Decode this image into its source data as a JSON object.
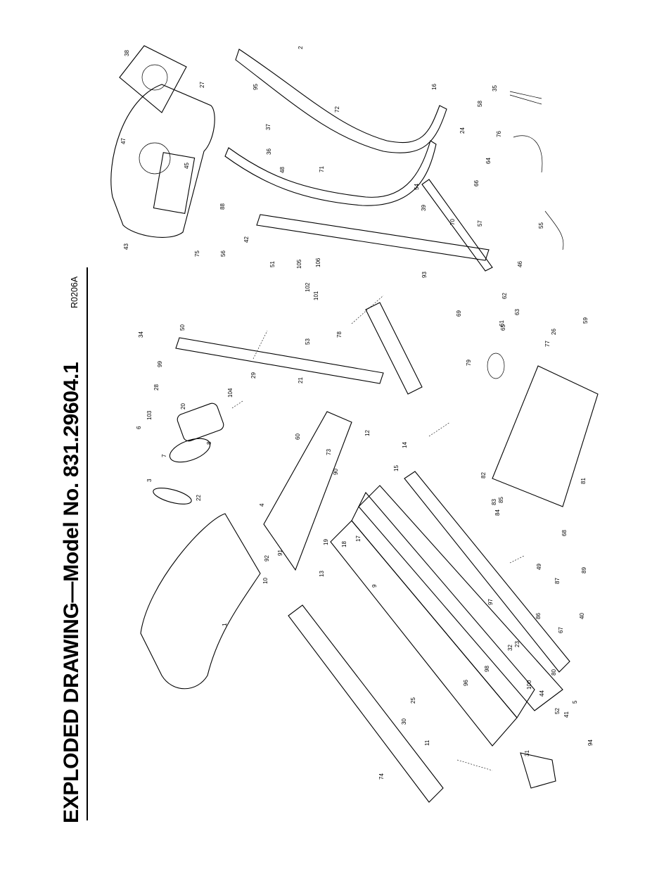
{
  "header": {
    "title": "EXPLODED DRAWING—Model No. 831.29604.1",
    "drawing_code": "R0206A"
  },
  "callouts": [
    "1",
    "2",
    "3",
    "4",
    "5",
    "6",
    "7",
    "8",
    "9",
    "10",
    "11",
    "12",
    "13",
    "14",
    "15",
    "16",
    "17",
    "18",
    "19",
    "20",
    "21",
    "22",
    "23",
    "24",
    "25",
    "26",
    "27",
    "28",
    "29",
    "30",
    "31",
    "32",
    "34",
    "35",
    "36",
    "37",
    "38",
    "39",
    "40",
    "41",
    "42",
    "43",
    "44",
    "45",
    "46",
    "47",
    "48",
    "49",
    "50",
    "51",
    "52",
    "53",
    "54",
    "55",
    "56",
    "57",
    "58",
    "59",
    "60",
    "61",
    "62",
    "63",
    "64",
    "65",
    "66",
    "67",
    "68",
    "69",
    "70",
    "71",
    "72",
    "73",
    "74",
    "75",
    "76",
    "77",
    "78",
    "79",
    "80",
    "81",
    "82",
    "83",
    "84",
    "85",
    "86",
    "87",
    "88",
    "89",
    "90",
    "91",
    "92",
    "93",
    "94",
    "95",
    "96",
    "97",
    "98",
    "99",
    "100",
    "101",
    "102",
    "103",
    "104",
    "105",
    "106"
  ]
}
